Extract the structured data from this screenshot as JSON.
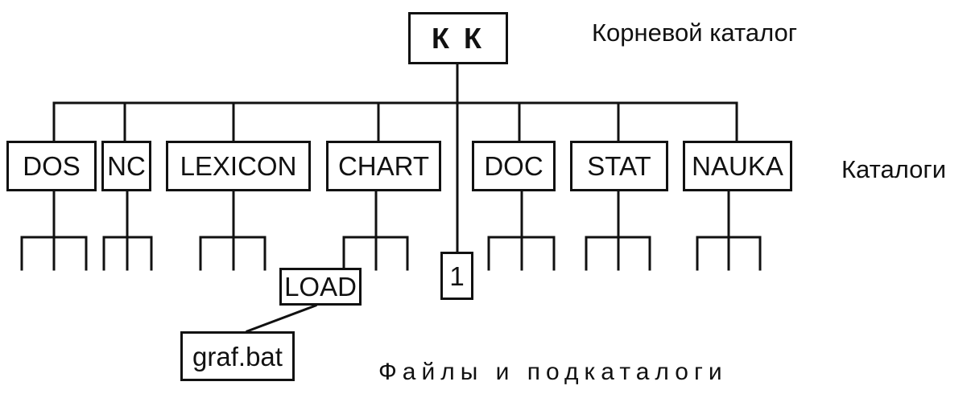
{
  "root": {
    "label": "К К",
    "caption": "Корневой каталог"
  },
  "directories": {
    "caption": "Каталоги",
    "items": [
      "DOS",
      "NC",
      "LEXICON",
      "CHART",
      "DOC",
      "STAT",
      "NAUKA"
    ]
  },
  "file_in_root": "1",
  "subdirectory": "LOAD",
  "file_in_subdirectory": "graf.bat",
  "files_caption": "Файлы и подкаталоги"
}
